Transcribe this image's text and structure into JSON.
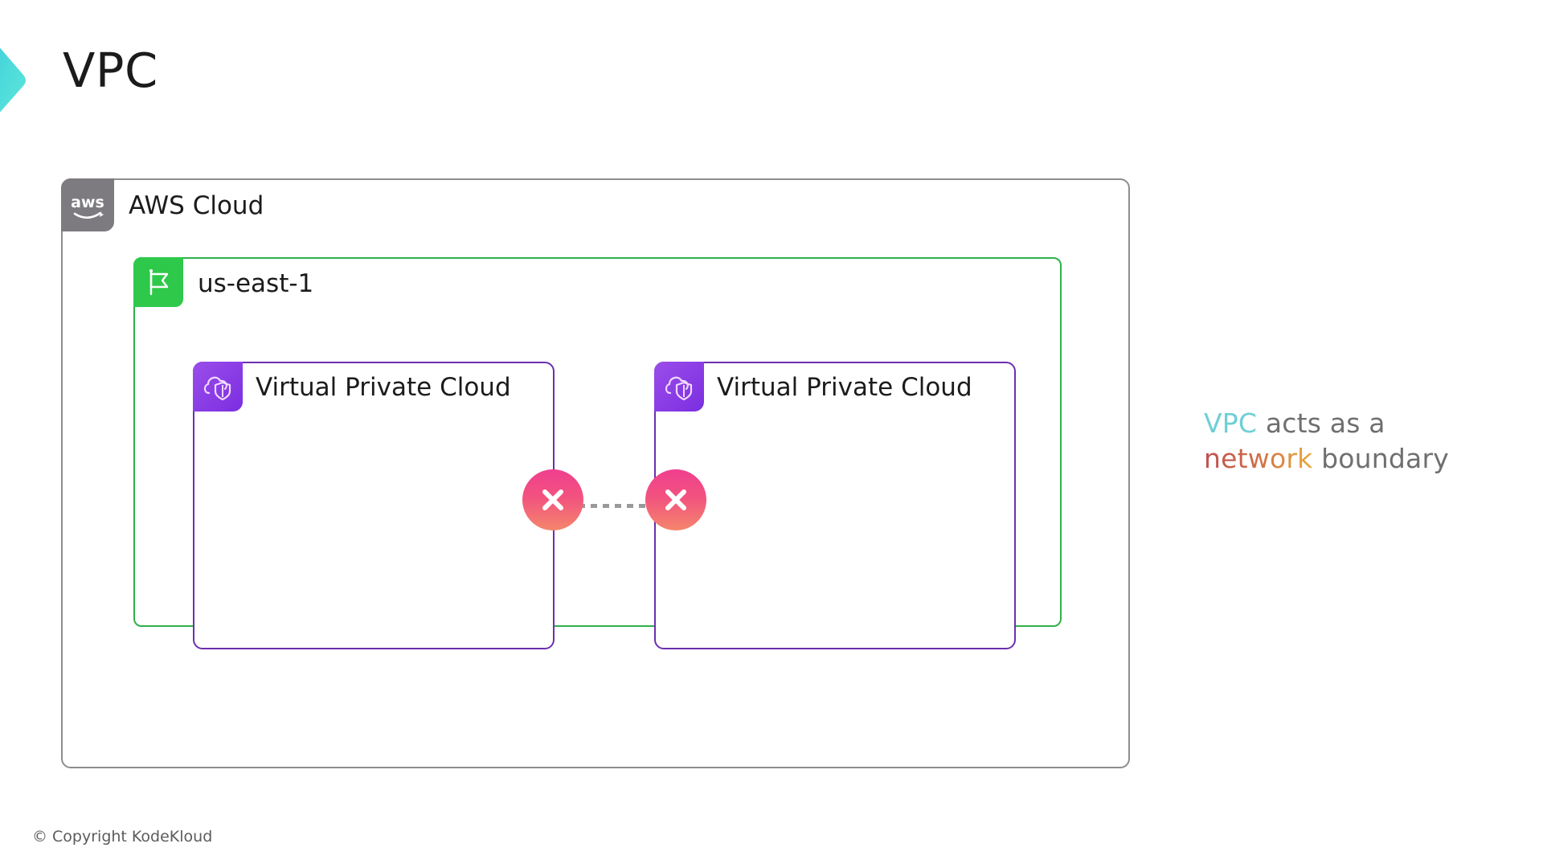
{
  "slide": {
    "title": "VPC",
    "background_color": "#ffffff",
    "brand_logo_icon": "chevron-right-logo",
    "brand_logo_colors": [
      "#35c9e0",
      "#5ee6d9"
    ]
  },
  "diagram": {
    "aws_cloud": {
      "label": "AWS Cloud",
      "icon": "aws-logo-icon",
      "badge_color": "#7d7b80",
      "border_color": "#8d8d8f"
    },
    "region": {
      "label": "us-east-1",
      "icon": "region-flag-icon",
      "badge_color": "#2ec94b",
      "border_color": "#2fb14a"
    },
    "vpcs": [
      {
        "label": "Virtual Private Cloud",
        "icon": "vpc-cloud-shield-icon",
        "badge_color": "#8c3fe6",
        "border_color": "#6b2faf"
      },
      {
        "label": "Virtual Private Cloud",
        "icon": "vpc-cloud-shield-icon",
        "badge_color": "#8c3fe6",
        "border_color": "#6b2faf"
      }
    ],
    "connector": {
      "style": "dotted",
      "line_color": "#9a9a9a",
      "blocked": true,
      "markers": [
        {
          "icon": "blocked-x-icon",
          "gradient": [
            "#ef3f8f",
            "#f4866c"
          ]
        },
        {
          "icon": "blocked-x-icon",
          "gradient": [
            "#ef3f8f",
            "#f4866c"
          ]
        }
      ]
    }
  },
  "annotation": {
    "line1_highlight": "VPC",
    "line1_rest": " acts as a",
    "line2_highlight": "network",
    "line2_rest": " boundary",
    "highlight1_color": "#6ecfd6",
    "highlight2_gradient": [
      "#bf4f4e",
      "#e9a83c"
    ],
    "text_color": "#6f6f6f"
  },
  "footer": {
    "copyright": "© Copyright KodeKloud"
  }
}
